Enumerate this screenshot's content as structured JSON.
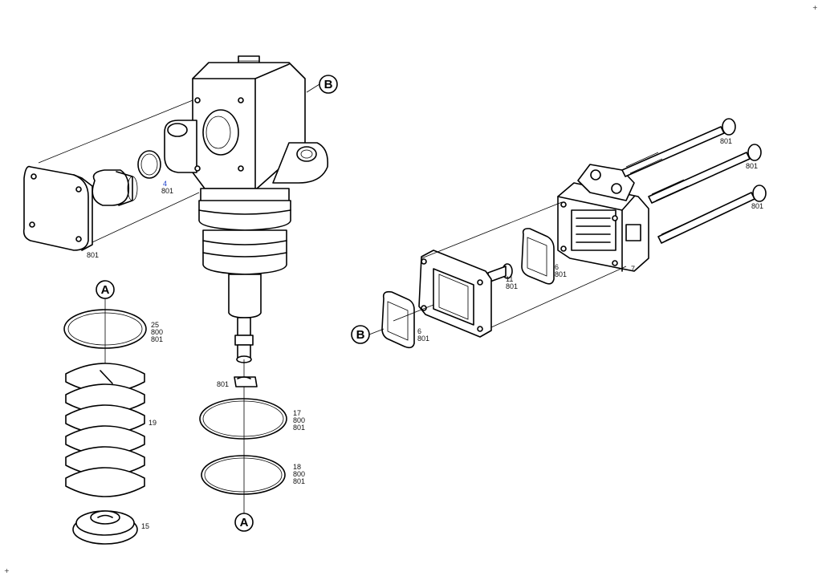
{
  "callouts": {
    "a": "A",
    "b": "B"
  },
  "labels": {
    "l801": "801",
    "l800": "800",
    "l4": "4",
    "l6": "6",
    "l7": "7",
    "l11": "11",
    "l15": "15",
    "l17": "17",
    "l18": "18",
    "l19": "19",
    "l25": "25"
  },
  "corner_marks": {
    "plus": "+"
  },
  "colors": {
    "highlight_label": "#1a3fcc"
  }
}
